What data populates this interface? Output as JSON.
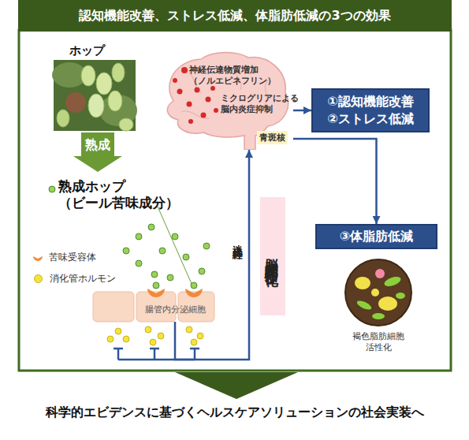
{
  "diagram": {
    "title": "認知機能改善、ストレス低減、体脂肪低減の3つの効果",
    "caption": "科学的エビデンスに基づくヘルスケアソリューションの社会実装へ",
    "nodes": [
      {
        "text": [
          "神経伝達物質増加 （ノルエピネフリン）",
          "ミクログリアによる 脳内炎症抑制",
          "青斑核"
        ]
      },
      {
        "text": [
          "①認知機能改善",
          "②ストレス低減"
        ]
      },
      {
        "text": [
          "熟成"
        ]
      },
      {
        "text": [
          "脳腸相関活性化"
        ]
      },
      {
        "text": [
          "③体脂肪低減"
        ]
      },
      {
        "text": [
          "褐色脂肪細胞 活性化"
        ]
      },
      {
        "text": [
          "腸管内分泌細胞"
        ]
      }
    ],
    "edges": [
      {
        "from": 6,
        "to": 0,
        "label": "迷走神経",
        "arrow": "to"
      },
      {
        "from": 0,
        "to": 1,
        "arrow": "to"
      },
      {
        "from": 0,
        "to": 4,
        "arrow": "to"
      }
    ],
    "labels": [
      "ホップ",
      "熟成ホップ （ビール苦味成分）"
    ],
    "legend": [
      {
        "text": "苦味受容体"
      },
      {
        "text": "消化管ホルモン",
        "color": "#f5e33c"
      }
    ]
  }
}
